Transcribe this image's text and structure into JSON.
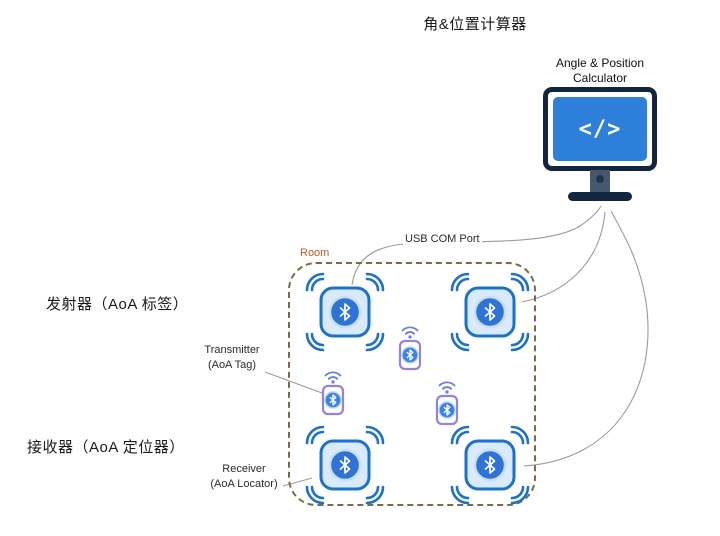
{
  "header": {
    "title_zh": "角&位置计算器"
  },
  "calculator": {
    "label_line1": "Angle & Position",
    "label_line2": "Calculator",
    "code_glyph": "</>"
  },
  "room": {
    "label": "Room"
  },
  "usb": {
    "label": "USB COM Port"
  },
  "labels": {
    "transmitter_zh": "发射器（AoA 标签）",
    "transmitter_en1": "Transmitter",
    "transmitter_en2": "(AoA Tag)",
    "receiver_zh": "接收器（AoA 定位器）",
    "receiver_en1": "Receiver",
    "receiver_en2": "(AoA Locator)"
  },
  "icons": {
    "monitor": "monitor-icon",
    "code": "code-icon",
    "bluetooth": "bluetooth-icon",
    "wifi": "wifi-signal-icon",
    "signal_arcs": "signal-arcs-icon"
  },
  "colors": {
    "receiver_border": "#1b72c8",
    "receiver_fill": "#d9eafc",
    "bluetooth_circle": "#2f74d4",
    "tag_border": "#9184d9",
    "room_border": "#7a6a48",
    "room_label": "#c2571f",
    "connector": "#9b9b9b",
    "monitor_frame": "#13263f",
    "screen_blue": "#2e7fd9"
  }
}
